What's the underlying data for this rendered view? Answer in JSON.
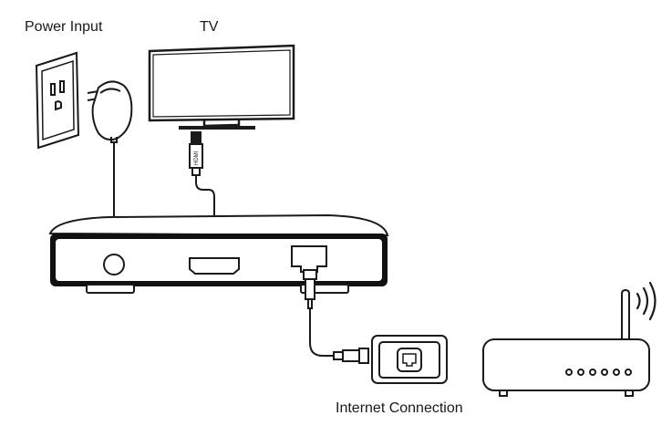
{
  "labels": {
    "power_input": "Power Input",
    "tv": "TV",
    "internet_connection": "Internet Connection"
  },
  "port_labels": {
    "hdmi": "HDMI"
  },
  "colors": {
    "stroke": "#1a1a1a",
    "box_body": "#111111",
    "background": "#ffffff"
  },
  "icons": [
    "wall-outlet-icon",
    "power-adapter-icon",
    "tv-icon",
    "hdmi-plug-icon",
    "set-top-box-icon",
    "ethernet-port-icon",
    "ethernet-plug-icon",
    "wall-network-jack-icon",
    "wifi-router-icon",
    "wifi-signal-icon"
  ]
}
